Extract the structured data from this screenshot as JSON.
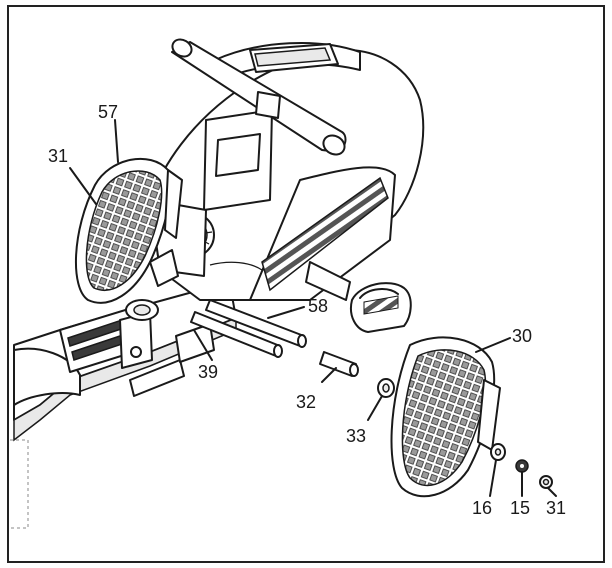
{
  "callouts": [
    {
      "id": "57",
      "text": "57"
    },
    {
      "id": "31a",
      "text": "31"
    },
    {
      "id": "58",
      "text": "58"
    },
    {
      "id": "39",
      "text": "39"
    },
    {
      "id": "32",
      "text": "32"
    },
    {
      "id": "33",
      "text": "33"
    },
    {
      "id": "30",
      "text": "30"
    },
    {
      "id": "16",
      "text": "16"
    },
    {
      "id": "15",
      "text": "15"
    },
    {
      "id": "31b",
      "text": "31"
    }
  ]
}
